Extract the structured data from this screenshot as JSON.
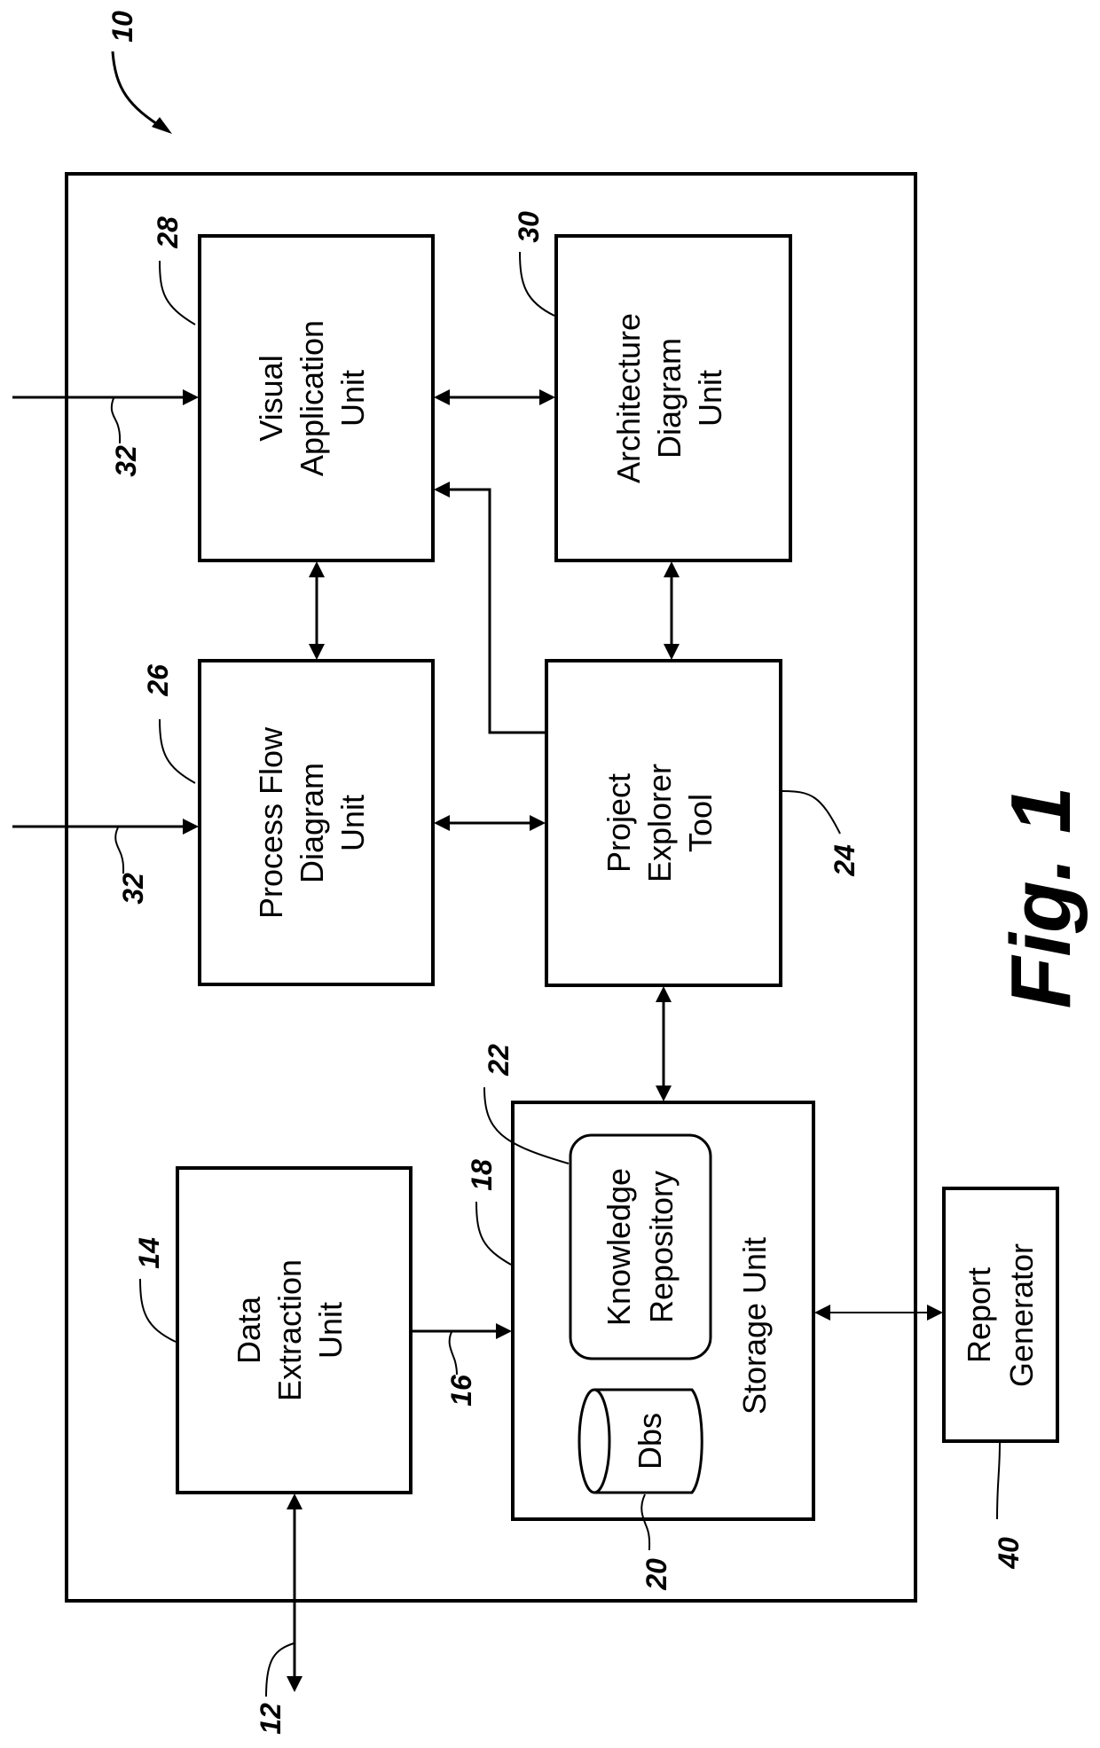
{
  "figure": {
    "caption": "Fig. 1",
    "system_ref": "10"
  },
  "blocks": {
    "visual_application": {
      "lines": [
        "Visual",
        "Application",
        "Unit"
      ],
      "ref": "28"
    },
    "architecture_diagram": {
      "lines": [
        "Architecture",
        "Diagram",
        "Unit"
      ],
      "ref": "30"
    },
    "process_flow": {
      "lines": [
        "Process Flow",
        "Diagram",
        "Unit"
      ],
      "ref": "26"
    },
    "project_explorer": {
      "lines": [
        "Project",
        "Explorer",
        "Tool"
      ],
      "ref": "24"
    },
    "data_extraction": {
      "lines": [
        "Data",
        "Extraction",
        "Unit"
      ],
      "ref": "14"
    },
    "storage_unit": {
      "label": "Storage Unit",
      "ref": "18"
    },
    "knowledge_repository": {
      "lines": [
        "Knowledge",
        "Repository"
      ],
      "ref": "22"
    },
    "databases": {
      "label": "Dbs",
      "ref": "20"
    },
    "report_generator": {
      "lines": [
        "Report",
        "Generator"
      ],
      "ref": "40"
    }
  },
  "connections": {
    "input_top_ref": "32",
    "input_bottom_ref": "32",
    "data_link_ref": "16",
    "external_io_ref": "12"
  }
}
